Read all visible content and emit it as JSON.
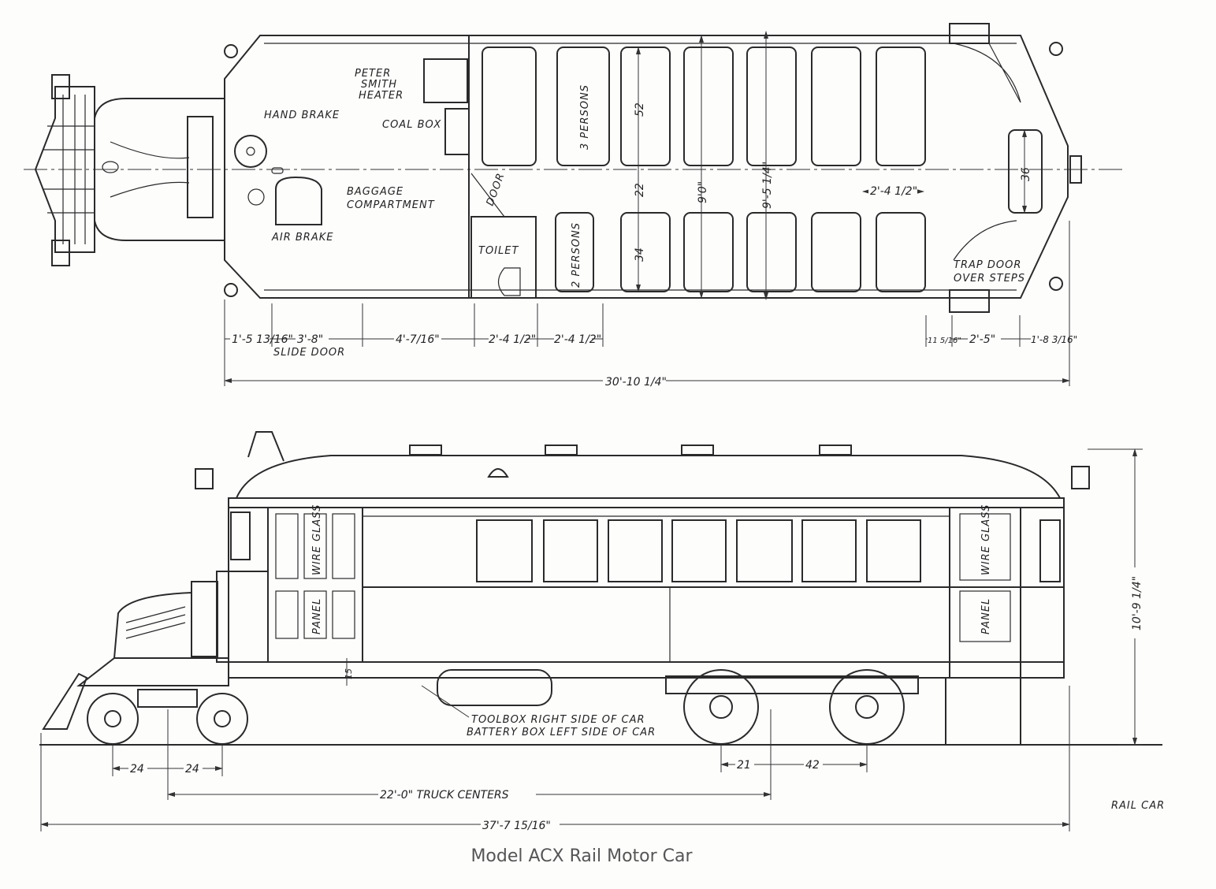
{
  "title": "Model ACX Rail Motor Car",
  "side_note": "RAIL CAR",
  "plan_view": {
    "labels": {
      "heater": [
        "PETER",
        "SMITH",
        "HEATER"
      ],
      "hand_brake": "HAND BRAKE",
      "coal_box": "COAL BOX",
      "baggage": [
        "BAGGAGE",
        "COMPARTMENT"
      ],
      "air_brake": "AIR BRAKE",
      "door": "DOOR",
      "toilet": "TOILET",
      "three_persons": "3 PERSONS",
      "two_persons": "2 PERSONS",
      "trap_door": [
        "TRAP DOOR",
        "OVER STEPS"
      ]
    },
    "inner_dims": {
      "seat_52": "52",
      "aisle_22": "22",
      "seat_34": "34",
      "width_9_0": "9'0\"",
      "width_9_5": "9'-5 1/4\"",
      "seat_pitch": "2'-4 1/2\"",
      "end_36": "36"
    },
    "bottom_dims": [
      "1'-5 13/16\"",
      "3'-8\"",
      "4'-7/16\"",
      "2'-4 1/2\"",
      "2'-4 1/2\"",
      "11 5/16\"",
      "2'-5\"",
      "1'-8 3/16\""
    ],
    "slide_door": "SLIDE DOOR",
    "overall": "30'-10 1/4\""
  },
  "side_view": {
    "wire_glass": "WIRE GLASS",
    "panel": "PANEL",
    "dim_15": "15",
    "toolbox": "TOOLBOX RIGHT SIDE OF CAR",
    "battery": "BATTERY BOX LEFT SIDE OF CAR",
    "front_wheel_dims": [
      "24",
      "24"
    ],
    "rear_truck_dims": [
      "21",
      "42"
    ],
    "truck_centers": "22'-0\" TRUCK CENTERS",
    "overall_length": "37'-7 15/16\"",
    "height": "10'-9 1/4\""
  }
}
